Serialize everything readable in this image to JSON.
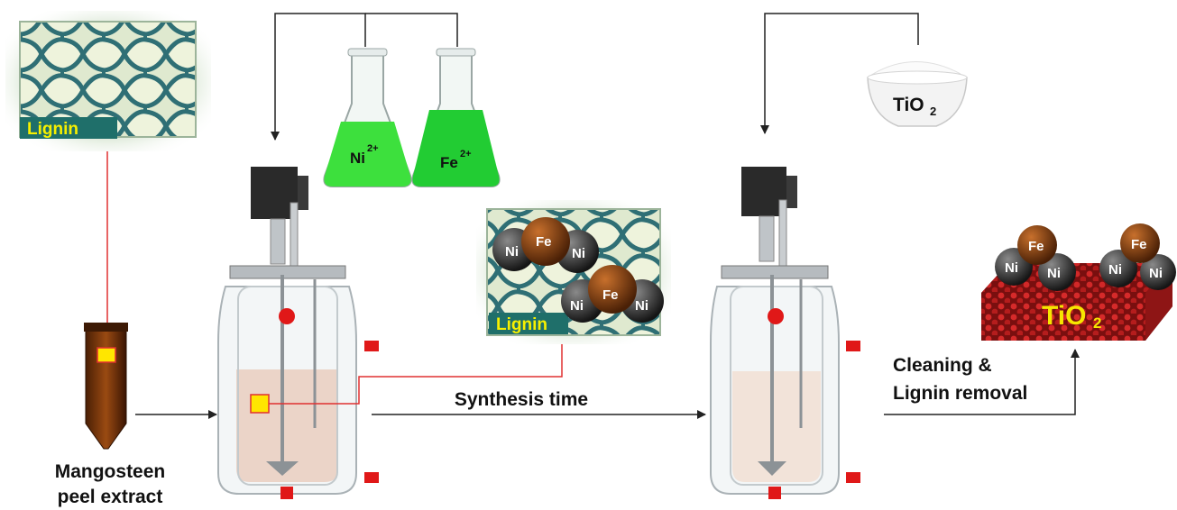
{
  "labels": {
    "lignin_1": "Lignin",
    "lignin_2": "Lignin",
    "extract_line1": "Mangosteen",
    "extract_line2": "peel extract",
    "ni_ion": "Ni",
    "ni_charge": "2+",
    "fe_ion": "Fe",
    "fe_charge": "2+",
    "synthesis": "Synthesis time",
    "tio2_powder": "TiO",
    "tio2_powder_sub": "2",
    "cleaning_line1": "Cleaning &",
    "cleaning_line2": "Lignin removal",
    "tio2_block": "TiO",
    "tio2_block_sub": "2",
    "atom_ni": "Ni",
    "atom_fe": "Fe"
  },
  "colors": {
    "arrow": "#222222",
    "link_line": "#e03030",
    "highlight": "#ffe600",
    "nickel_ion_solution": "#3de03d",
    "iron_ion_solution": "#22cc33",
    "lignin_band": "#1f6f6a",
    "fe_atom": "#7a3a10",
    "ni_atom": "#2b2b2b",
    "tio2_crystal": "#a01818"
  },
  "icons": [
    "lignin-micrograph-icon",
    "centrifuge-tube-icon",
    "erlenmeyer-flask-icon",
    "jacketed-reactor-icon",
    "powder-bowl-icon",
    "nanoparticle-icon",
    "crystal-lattice-icon"
  ]
}
